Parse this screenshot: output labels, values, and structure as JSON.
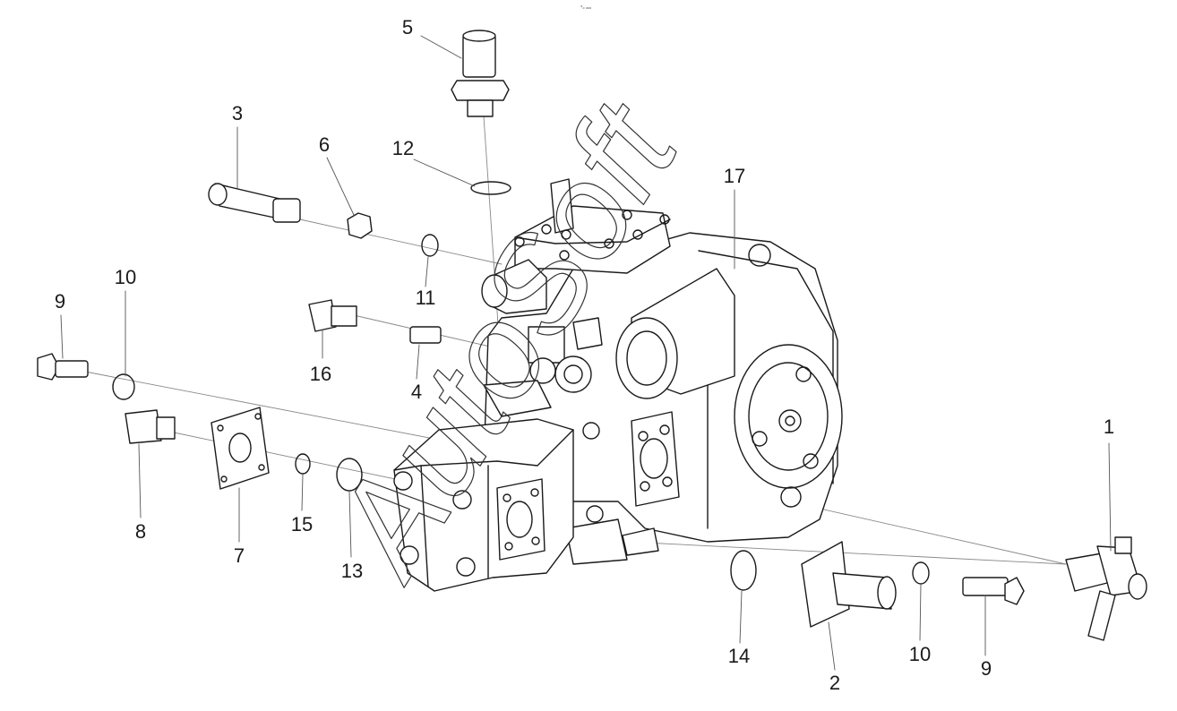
{
  "header_mark": "°₀ ₀₀₀",
  "watermark": "AutoSoft",
  "callouts": [
    {
      "id": "c1",
      "label": "1"
    },
    {
      "id": "c2",
      "label": "2"
    },
    {
      "id": "c3",
      "label": "3"
    },
    {
      "id": "c4",
      "label": "4"
    },
    {
      "id": "c5",
      "label": "5"
    },
    {
      "id": "c6",
      "label": "6"
    },
    {
      "id": "c7",
      "label": "7"
    },
    {
      "id": "c8",
      "label": "8"
    },
    {
      "id": "c9a",
      "label": "9"
    },
    {
      "id": "c9b",
      "label": "9"
    },
    {
      "id": "c10a",
      "label": "10"
    },
    {
      "id": "c10b",
      "label": "10"
    },
    {
      "id": "c11",
      "label": "11"
    },
    {
      "id": "c12",
      "label": "12"
    },
    {
      "id": "c13",
      "label": "13"
    },
    {
      "id": "c14",
      "label": "14"
    },
    {
      "id": "c15",
      "label": "15"
    },
    {
      "id": "c16",
      "label": "16"
    },
    {
      "id": "c17",
      "label": "17"
    }
  ],
  "colors": {
    "line": "#1a1a1a",
    "leader": "#555555",
    "watermark": "#333333"
  }
}
